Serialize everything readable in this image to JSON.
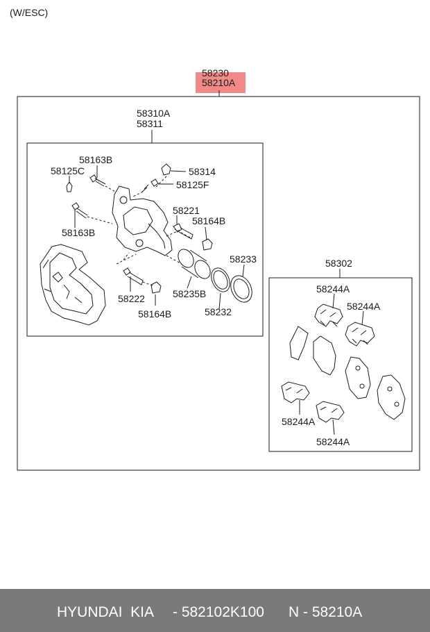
{
  "header": {
    "variant_note": "(W/ESC)"
  },
  "assembly": {
    "code_top": "58230",
    "code_highlight": "58210A",
    "highlight_color": "#f08a8a"
  },
  "caliper_group": {
    "codes": [
      "58310A",
      "58311"
    ],
    "parts": {
      "p58163B_top": "58163B",
      "p58125C": "58125C",
      "p58314": "58314",
      "p58125F": "58125F",
      "p58163B_bottom": "58163B",
      "p58221": "58221",
      "p58164B_top": "58164B",
      "p58233": "58233",
      "p58222": "58222",
      "p58235B": "58235B",
      "p58232": "58232",
      "p58164B_bottom": "58164B"
    }
  },
  "pad_group": {
    "code": "58302",
    "parts": {
      "p58244A_1": "58244A",
      "p58244A_2": "58244A",
      "p58244A_3": "58244A",
      "p58244A_4": "58244A"
    }
  },
  "footer": {
    "brand": "HYUNDAI  KIA",
    "part_number": "- 582102K100",
    "ref_number": "N - 58210A",
    "bar_color": "#7a7a7a"
  }
}
